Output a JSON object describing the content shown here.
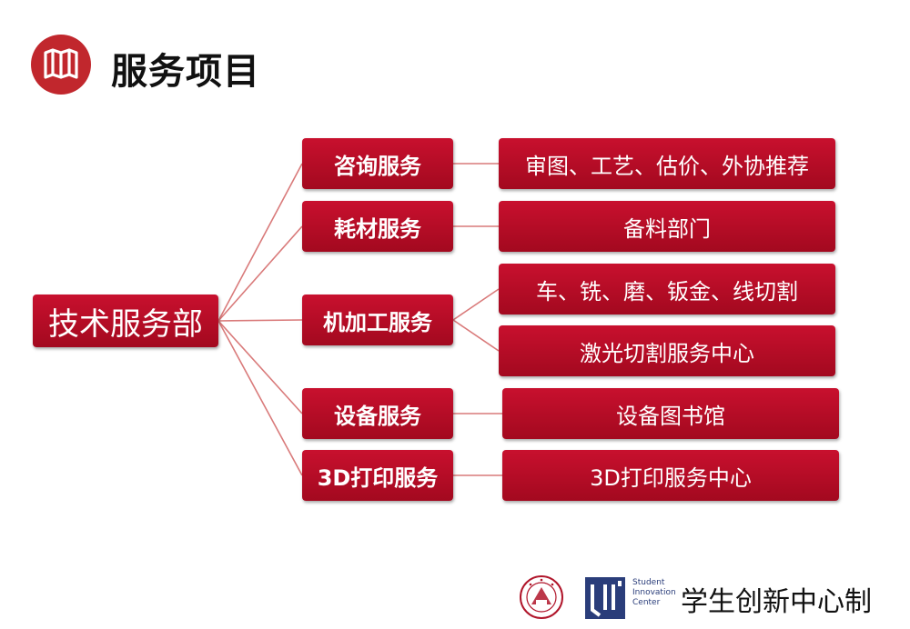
{
  "title": "服务项目",
  "root": "技术服务部",
  "categories": [
    {
      "label": "咨询服务"
    },
    {
      "label": "耗材服务"
    },
    {
      "label": "机加工服务"
    },
    {
      "label": "设备服务"
    },
    {
      "label": "3D打印服务"
    }
  ],
  "leaves": [
    {
      "label": "审图、工艺、估价、外协推荐"
    },
    {
      "label": "备料部门"
    },
    {
      "label": "车、铣、磨、钣金、线切割"
    },
    {
      "label": "激光切割服务中心"
    },
    {
      "label": "设备图书馆"
    },
    {
      "label": "3D打印服务中心"
    }
  ],
  "footer": {
    "org_name": "学生创新中心制",
    "logo_text": [
      "Student",
      "Innovation",
      "Center"
    ]
  },
  "colors": {
    "accent": "#c1272d",
    "box": "#b80c26",
    "connector": "#d97a7a"
  }
}
